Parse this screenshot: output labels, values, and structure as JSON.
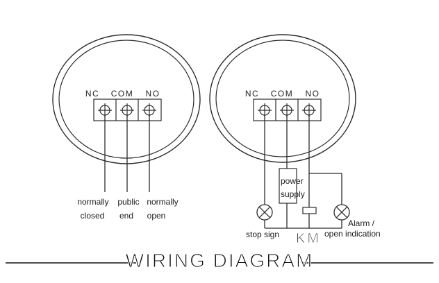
{
  "diagram": {
    "left_unit": {
      "terminal_labels": [
        "NC",
        "COM",
        "NO"
      ],
      "wire_labels": [
        {
          "line1": "normally",
          "line2": "closed"
        },
        {
          "line1": "public",
          "line2": "end"
        },
        {
          "line1": "normally",
          "line2": "open"
        }
      ]
    },
    "right_unit": {
      "terminal_labels": [
        "NC",
        "COM",
        "NO"
      ],
      "power_supply_line1": "power",
      "power_supply_line2": "supply",
      "stop_sign_label": "stop sign",
      "contactor_label": "KM",
      "alarm_label_line1": "Alarm /",
      "alarm_label_line2": "open indication"
    },
    "title": "WIRING DIAGRAM"
  },
  "colors": {
    "line": "#2b2b2b",
    "text": "#1c1c1c",
    "title": "#111111",
    "background": "#ffffff"
  }
}
